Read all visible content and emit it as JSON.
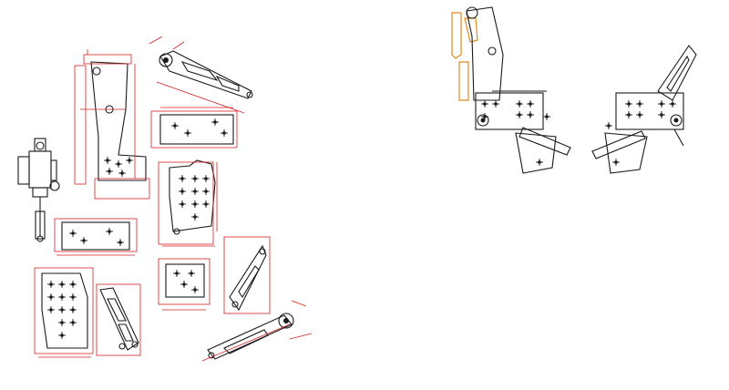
{
  "drawing": {
    "colors": {
      "background": "#ffffff",
      "outline": "#1a1a1a",
      "dimension": "#d42020",
      "highlight": "#e08a1e"
    },
    "parts": [
      {
        "id": "shock-absorber",
        "icon": "shock-absorber-icon"
      },
      {
        "id": "tall-bracket"
      },
      {
        "id": "angled-link"
      },
      {
        "id": "small-plate-top"
      },
      {
        "id": "hole-plate-center"
      },
      {
        "id": "small-plate-left"
      },
      {
        "id": "bottom-plate"
      },
      {
        "id": "slotted-bracket-small"
      },
      {
        "id": "square-plate"
      },
      {
        "id": "slotted-bracket-tall"
      },
      {
        "id": "long-arm"
      }
    ],
    "assemblies": [
      {
        "id": "assembly-left-view"
      },
      {
        "id": "assembly-right-view"
      }
    ]
  }
}
